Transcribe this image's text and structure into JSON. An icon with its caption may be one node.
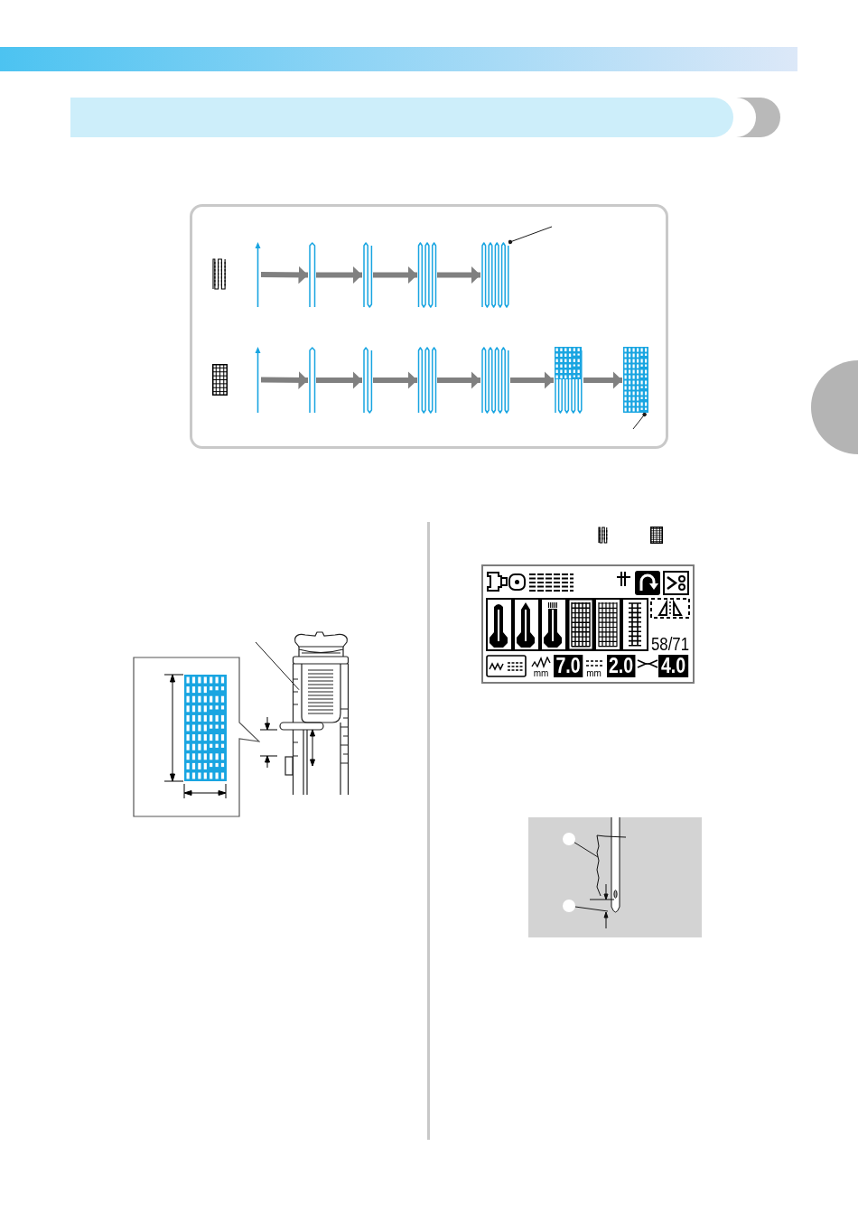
{
  "diagram": {
    "nodes": [
      {
        "text": [],
        "shape": "bar"
      },
      {
        "text": [],
        "shape": "picture"
      },
      {
        "text": [],
        "shape": "picture"
      },
      {
        "text": [],
        "shape": "picture"
      },
      {
        "text": [],
        "shape": "picture"
      },
      {
        "text": [],
        "shape": "picture"
      },
      {
        "text": [],
        "shape": "picture"
      },
      {
        "text": [],
        "shape": "picture"
      },
      {
        "text": [],
        "shape": "picture"
      },
      {
        "text": [],
        "shape": "picture"
      },
      {
        "text": [],
        "shape": "picture"
      },
      {
        "text": [],
        "shape": "picture"
      },
      {
        "text": [],
        "shape": "picture"
      },
      {
        "text": [],
        "shape": "circle"
      },
      {
        "text": [],
        "shape": "picture"
      },
      {
        "text": [],
        "shape": "circle"
      },
      {
        "text": [],
        "shape": "circle"
      }
    ],
    "edges": [
      {
        "from": 1,
        "to": 2,
        "arrow": "to"
      },
      {
        "from": 2,
        "to": 3,
        "arrow": "to"
      },
      {
        "from": 3,
        "to": 4,
        "arrow": "to"
      },
      {
        "from": 4,
        "to": 5,
        "arrow": "to"
      },
      {
        "from": 6,
        "to": 7,
        "arrow": "to"
      },
      {
        "from": 7,
        "to": 8,
        "arrow": "to"
      },
      {
        "from": 8,
        "to": 9,
        "arrow": "to"
      },
      {
        "from": 9,
        "to": 10,
        "arrow": "to"
      },
      {
        "from": 10,
        "to": 11,
        "arrow": "to"
      },
      {
        "from": 11,
        "to": 12,
        "arrow": "to"
      },
      {
        "from": null,
        "to": 5,
        "arrow": "other",
        "color": "#1a1a1a"
      },
      {
        "from": null,
        "to": 12,
        "arrow": "other",
        "color": "#1a1a1a"
      },
      {
        "from": null,
        "to": 14,
        "arrow": "none",
        "color": "#1a1a1a"
      },
      {
        "from": 15,
        "to": null,
        "arrow": "none",
        "color": "#1a1a1a"
      },
      {
        "from": 16,
        "to": null,
        "arrow": "none",
        "color": "#1a1a1a"
      }
    ],
    "labels": [
      "58/71",
      "mm",
      "7.0",
      "mm",
      "2.0",
      "4.0"
    ]
  }
}
